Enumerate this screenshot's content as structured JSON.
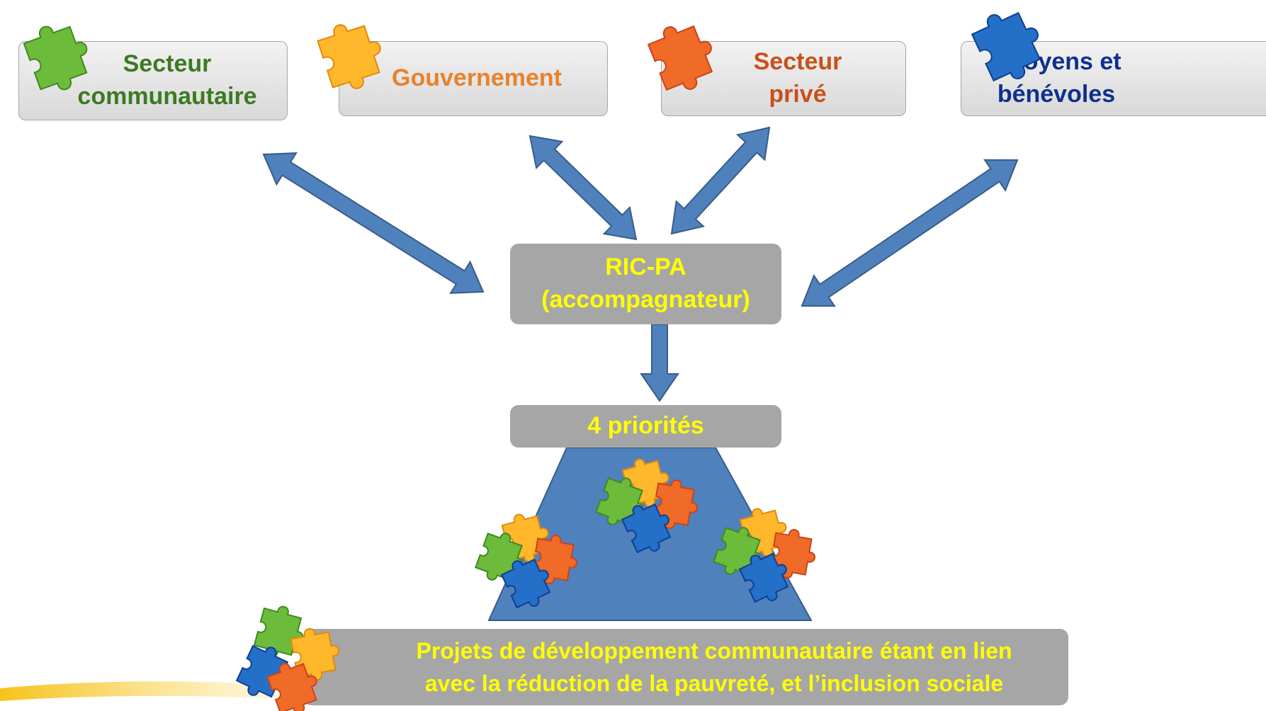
{
  "nodes": {
    "community": {
      "label": "Secteur\ncommunautaire",
      "color": "#3d7a22",
      "piece_color": "green"
    },
    "government": {
      "label": "Gouvernement",
      "color": "#e8822a",
      "piece_color": "orange"
    },
    "private": {
      "label": "Secteur\nprivé",
      "color": "#c8501b",
      "piece_color": "red-orange"
    },
    "citizens": {
      "label": "Citoyens et\nbénévoles",
      "color": "#102f8e",
      "piece_color": "blue"
    },
    "ricpa": {
      "label": "RIC-PA\n(accompagnateur)",
      "color": "#ffff00"
    },
    "priorities": {
      "label": "4 priorités",
      "color": "#ffff00"
    },
    "projects": {
      "label": "Projets de développement communautaire étant en lien\navec la réduction de la pauvreté, et l’inclusion sociale",
      "color": "#ffff00"
    }
  },
  "colors": {
    "arrow_fill": "#4f81bd",
    "arrow_stroke": "#385d8a",
    "trapezoid_fill": "#4f81bd",
    "grey_box": "#a6a6a6",
    "swoosh": "#f5b800"
  },
  "icons": [
    "puzzle-piece-icon"
  ]
}
